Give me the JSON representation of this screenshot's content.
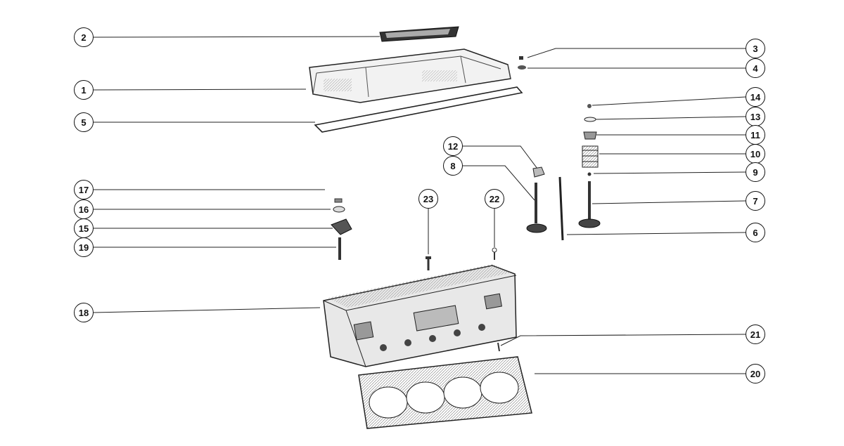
{
  "callouts": [
    {
      "id": "c2",
      "label": "2"
    },
    {
      "id": "c1",
      "label": "1"
    },
    {
      "id": "c5",
      "label": "5"
    },
    {
      "id": "c17",
      "label": "17"
    },
    {
      "id": "c16",
      "label": "16"
    },
    {
      "id": "c15",
      "label": "15"
    },
    {
      "id": "c19",
      "label": "19"
    },
    {
      "id": "c18",
      "label": "18"
    },
    {
      "id": "c23",
      "label": "23"
    },
    {
      "id": "c22",
      "label": "22"
    },
    {
      "id": "c12",
      "label": "12"
    },
    {
      "id": "c8",
      "label": "8"
    },
    {
      "id": "c3",
      "label": "3"
    },
    {
      "id": "c4",
      "label": "4"
    },
    {
      "id": "c14",
      "label": "14"
    },
    {
      "id": "c13",
      "label": "13"
    },
    {
      "id": "c11",
      "label": "11"
    },
    {
      "id": "c10",
      "label": "10"
    },
    {
      "id": "c9",
      "label": "9"
    },
    {
      "id": "c7",
      "label": "7"
    },
    {
      "id": "c6",
      "label": "6"
    },
    {
      "id": "c21",
      "label": "21"
    },
    {
      "id": "c20",
      "label": "20"
    }
  ]
}
